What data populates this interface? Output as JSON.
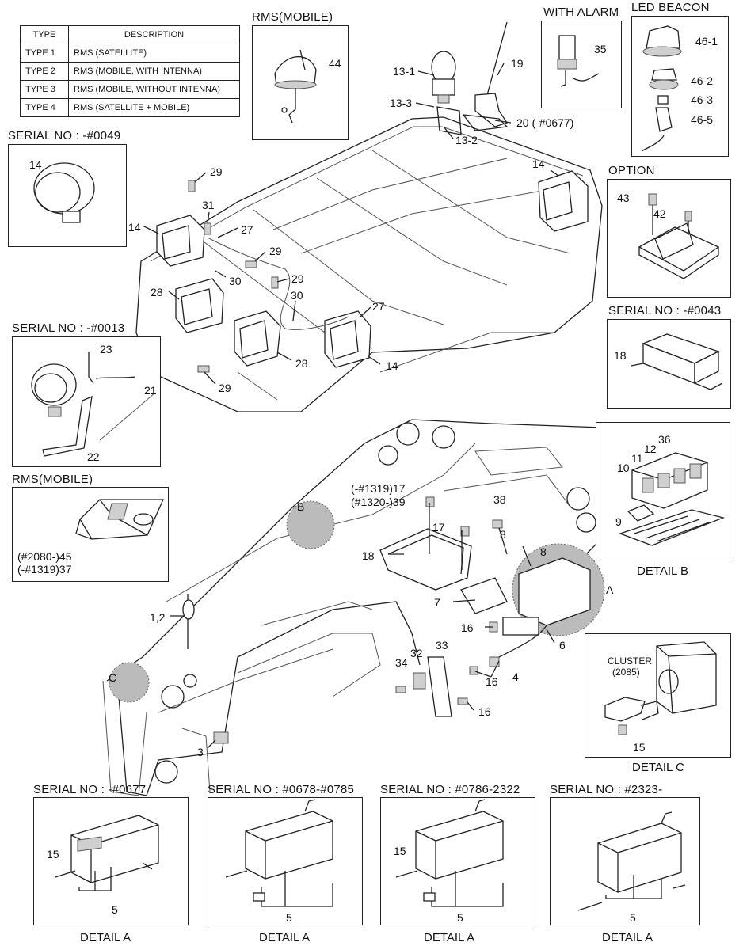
{
  "type_table": {
    "header_type": "TYPE",
    "header_desc": "DESCRIPTION",
    "rows": [
      {
        "type": "TYPE 1",
        "desc": "RMS (SATELLITE)"
      },
      {
        "type": "TYPE 2",
        "desc": "RMS (MOBILE, WITH INTENNA)"
      },
      {
        "type": "TYPE 3",
        "desc": "RMS (MOBILE, WITHOUT INTENNA)"
      },
      {
        "type": "TYPE 4",
        "desc": "RMS (SATELLITE + MOBILE)"
      }
    ]
  },
  "panels": {
    "rms_mobile_top": {
      "title": "RMS(MOBILE)",
      "part": "44"
    },
    "with_alarm": {
      "title": "WITH ALARM",
      "part": "35"
    },
    "led_beacon": {
      "title": "LED BEACON",
      "parts": [
        "46-1",
        "46-2",
        "46-3",
        "46-5"
      ]
    },
    "serial_0049": {
      "title": "SERIAL NO : -#0049",
      "part": "14"
    },
    "option": {
      "title": "OPTION",
      "parts": [
        "43",
        "42"
      ]
    },
    "serial_0043": {
      "title": "SERIAL NO : -#0043",
      "part": "18"
    },
    "serial_0013": {
      "title": "SERIAL NO : -#0013",
      "parts": [
        "23",
        "21",
        "22"
      ]
    },
    "rms_mobile_bottom": {
      "title": "RMS(MOBILE)",
      "part_a": "(#2080-)45",
      "part_b": "(-#1319)37"
    },
    "detail_b": {
      "caption": "DETAIL B",
      "parts": [
        "36",
        "12",
        "11",
        "10",
        "9"
      ]
    },
    "detail_c": {
      "caption": "DETAIL C",
      "cluster": "CLUSTER",
      "cluster_no": "(2085)",
      "part": "15"
    }
  },
  "roof_labels": {
    "l13_1": "13-1",
    "l19": "19",
    "l13_3": "13-3",
    "l13_2": "13-2",
    "l20": "20 (-#0677)",
    "l14a": "14",
    "l14b": "14",
    "l14c": "14",
    "l29a": "29",
    "l29b": "29",
    "l29c": "29",
    "l29d": "29",
    "l31": "31",
    "l27a": "27",
    "l27b": "27",
    "l30a": "30",
    "l30b": "30",
    "l28a": "28",
    "l28b": "28"
  },
  "cab_labels": {
    "l17a": "(-#1319)17",
    "l39": "(#1320-)39",
    "lB": "B",
    "l38": "38",
    "l17b": "17",
    "l8a": "8",
    "l8b": "8",
    "l18": "18",
    "lA": "A",
    "l7": "7",
    "l16a": "16",
    "l6": "6",
    "l33": "33",
    "l32": "32",
    "l34": "34",
    "l16b": "16",
    "l4": "4",
    "l16c": "16",
    "l12": "1,2",
    "lC": "C",
    "l3": "3"
  },
  "detail_a_panels": [
    {
      "serial": "SERIAL NO : -#0677",
      "l15": "15",
      "l5": "5",
      "caption": "DETAIL A"
    },
    {
      "serial": "SERIAL NO : #0678-#0785",
      "l15": "",
      "l5": "5",
      "caption": "DETAIL A"
    },
    {
      "serial": "SERIAL NO : #0786-2322",
      "l15": "15",
      "l5": "5",
      "caption": "DETAIL A"
    },
    {
      "serial": "SERIAL NO : #2323-",
      "l15": "",
      "l5": "5",
      "caption": "DETAIL A"
    }
  ]
}
